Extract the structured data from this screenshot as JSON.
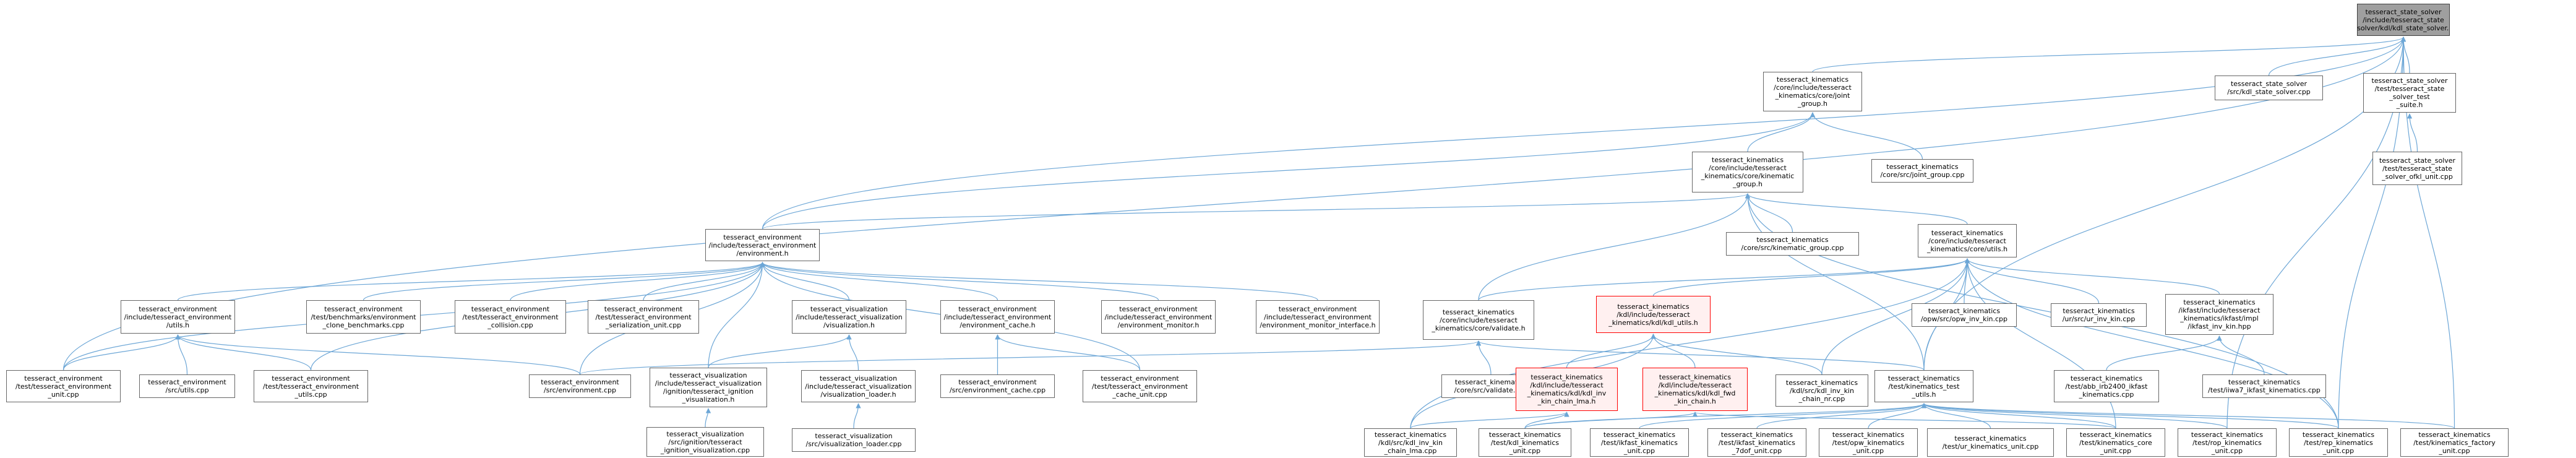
{
  "nodes": {
    "root": "tesseract_state_solver\n/include/tesseract_state\n_solver/kdl/kdl_state_solver.h",
    "joint_group_h": "tesseract_kinematics\n/core/include/tesseract\n_kinematics/core/joint\n_group.h",
    "kinematic_group_h": "tesseract_kinematics\n/core/include/tesseract\n_kinematics/core/kinematic\n_group.h",
    "joint_group_cpp": "tesseract_kinematics\n/core/src/joint_group.cpp",
    "kdl_state_solver_cpp": "tesseract_state_solver\n/src/kdl_state_solver.cpp",
    "state_solver_test_suite_h": "tesseract_state_solver\n/test/tesseract_state\n_solver_test\n_suite.h",
    "state_solver_ofkl_unit_cpp": "tesseract_state_solver\n/test/tesseract_state\n_solver_ofkl_unit.cpp",
    "environment_h": "tesseract_environment\n/include/tesseract_environment\n/environment.h",
    "kinematic_group_cpp": "tesseract_kinematics\n/core/src/kinematic_group.cpp",
    "core_utils_h": "tesseract_kinematics\n/core/include/tesseract\n_kinematics/core/utils.h",
    "env_utils_h": "tesseract_environment\n/include/tesseract_environment\n/utils.h",
    "env_clone_benchmark_cpp": "tesseract_environment\n/test/benchmarks/environment\n_clone_benchmarks.cpp",
    "env_collision_cpp": "tesseract_environment\n/test/tesseract_environment\n_collision.cpp",
    "env_serialization_unit_cpp": "tesseract_environment\n/test/tesseract_environment\n_serialization_unit.cpp",
    "visualization_h": "tesseract_visualization\n/include/tesseract_visualization\n/visualization.h",
    "environment_cache_h": "tesseract_environment\n/include/tesseract_environment\n/environment_cache.h",
    "environment_monitor_h": "tesseract_environment\n/include/tesseract_environment\n/environment_monitor.h",
    "environment_monitor_interface_h": "tesseract_environment\n/include/tesseract_environment\n/environment_monitor_interface.h",
    "core_validate_h": "tesseract_kinematics\n/core/include/tesseract\n_kinematics/core/validate.h",
    "kdl_utils_h": "tesseract_kinematics\n/kdl/include/tesseract\n_kinematics/kdl/kdl_utils.h",
    "opw_inv_kin_cpp": "tesseract_kinematics\n/opw/src/opw_inv_kin.cpp",
    "ur_inv_kin_cpp": "tesseract_kinematics\n/ur/src/ur_inv_kin.cpp",
    "ikfast_inv_kin_hpp": "tesseract_kinematics\n/ikfast/include/tesseract\n_kinematics/ikfast/impl\n/ikfast_inv_kin.hpp",
    "env_unit_cpp": "tesseract_environment\n/test/tesseract_environment\n_unit.cpp",
    "env_src_utils_cpp": "tesseract_environment\n/src/utils.cpp",
    "env_test_utils_cpp": "tesseract_environment\n/test/tesseract_environment\n_utils.cpp",
    "env_src_environment_cpp": "tesseract_environment\n/src/environment.cpp",
    "ignition_visualization_h": "tesseract_visualization\n/include/tesseract_visualization\n/ignition/tesseract_ignition\n_visualization.h",
    "visualization_loader_h": "tesseract_visualization\n/include/tesseract_visualization\n/visualization_loader.h",
    "env_cache_cpp": "tesseract_environment\n/src/environment_cache.cpp",
    "env_cache_unit_cpp": "tesseract_environment\n/test/tesseract_environment\n_cache_unit.cpp",
    "core_validate_cpp": "tesseract_kinematics\n/core/src/validate.cpp",
    "kdl_inv_kin_chain_lma_h": "tesseract_kinematics\n/kdl/include/tesseract\n_kinematics/kdl/kdl_inv\n_kin_chain_lma.h",
    "kdl_inv_kin_chain_nr_h": "tesseract_kinematics\n/kdl/include/tesseract\n_kinematics/kdl/kdl_fwd\n_kin_chain.h",
    "kdl_inv_kin_chain_nr_cpp": "tesseract_kinematics\n/kdl/src/kdl_inv_kin\n_chain_nr.cpp",
    "kinematics_test_utils_h": "tesseract_kinematics\n/test/kinematics_test\n_utils.h",
    "abb_irb2400_ikfast_cpp": "tesseract_kinematics\n/test/abb_irb2400_ikfast\n_kinematics.cpp",
    "iiwa7_ikfast_cpp": "tesseract_kinematics\n/test/iiwa7_ikfast_kinematics.cpp",
    "ignition_visualization_cpp": "tesseract_visualization\n/src/ignition/tesseract\n_ignition_visualization.cpp",
    "visualization_loader_cpp": "tesseract_visualization\n/src/visualization_loader.cpp",
    "kdl_inv_kin_chain_lma_cpp": "tesseract_kinematics\n/kdl/src/kdl_inv_kin\n_chain_lma.cpp",
    "kdl_kinematics_unit_cpp": "tesseract_kinematics\n/test/kdl_kinematics\n_unit.cpp",
    "ikfast_kinematics_unit_cpp": "tesseract_kinematics\n/test/ikfast_kinematics\n_unit.cpp",
    "ikfast_kinematics_7dof_unit_cpp": "tesseract_kinematics\n/test/ikfast_kinematics\n_7dof_unit.cpp",
    "opw_kinematics_unit_cpp": "tesseract_kinematics\n/test/opw_kinematics\n_unit.cpp",
    "ur_kinematics_unit_cpp": "tesseract_kinematics\n/test/ur_kinematics_unit.cpp",
    "kinematics_core_unit_cpp": "tesseract_kinematics\n/test/kinematics_core\n_unit.cpp",
    "rop_kinematics_cpp": "tesseract_kinematics\n/test/rop_kinematics\n_unit.cpp",
    "rep_kinematics_unit_cpp": "tesseract_kinematics\n/test/rep_kinematics\n_unit.cpp",
    "kinematics_factory_unit_cpp": "tesseract_kinematics\n/test/kinematics_factory\n_unit.cpp"
  },
  "colors": {
    "edge": "#6ca6d6",
    "border": "#666666",
    "root_fill": "#9f9f9f",
    "highlight_border": "#ff0000"
  }
}
